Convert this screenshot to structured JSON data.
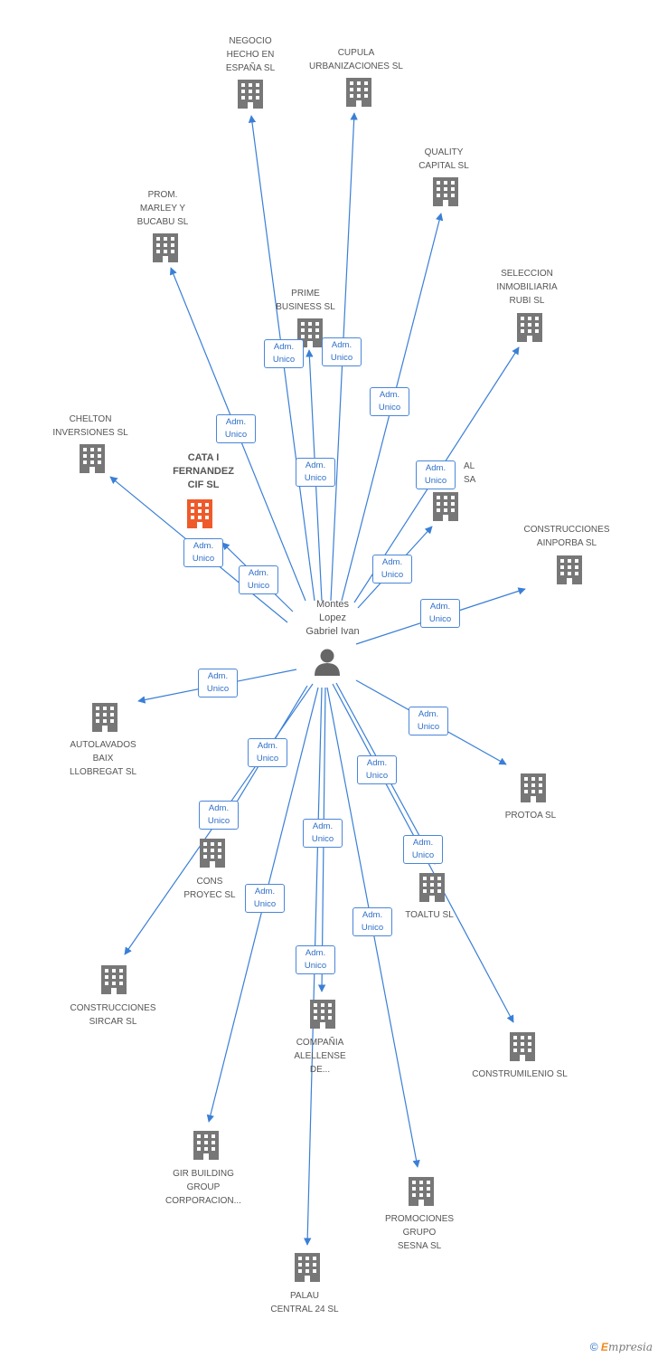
{
  "colors": {
    "edge": "#3a7fd6",
    "building": "#777777",
    "highlight": "#ef5a2a",
    "person": "#666666"
  },
  "center": {
    "name": "Montes\nLopez\nGabriel Ivan",
    "icon": "person-icon"
  },
  "companies": [
    {
      "id": "negocio",
      "name": "NEGOCIO\nHECHO EN\nESPAÑA SL"
    },
    {
      "id": "cupula",
      "name": "CUPULA\nURBANIZACIONES SL"
    },
    {
      "id": "quality",
      "name": "QUALITY\nCAPITAL SL"
    },
    {
      "id": "prom",
      "name": "PROM.\nMARLEY Y\nBUCABU SL"
    },
    {
      "id": "prime",
      "name": "PRIME\nBUSINESS SL"
    },
    {
      "id": "seleccion",
      "name": "SELECCION\nINMOBILIARIA\nRUBI SL"
    },
    {
      "id": "chelton",
      "name": "CHELTON\nINVERSIONES SL"
    },
    {
      "id": "cata",
      "name": "CATA I\nFERNANDEZ\nCIF SL",
      "highlight": true
    },
    {
      "id": "hidden",
      "name": "AL\nSA"
    },
    {
      "id": "ainporba",
      "name": "CONSTRUCCIONES\nAINPORBA SL"
    },
    {
      "id": "autolavados",
      "name": "AUTOLAVADOS\nBAIX\nLLOBREGAT SL"
    },
    {
      "id": "protoa",
      "name": "PROTOA SL"
    },
    {
      "id": "consproyec",
      "name": "CONS\nPROYEC SL"
    },
    {
      "id": "toaltu",
      "name": "TOALTU SL"
    },
    {
      "id": "sircar",
      "name": "CONSTRUCCIONES\nSIRCAR SL"
    },
    {
      "id": "alellense",
      "name": "COMPAÑIA\nALELLENSE\nDE..."
    },
    {
      "id": "construmilenio",
      "name": "CONSTRUMILENIO SL"
    },
    {
      "id": "gir",
      "name": "GIR BUILDING\nGROUP\nCORPORACION..."
    },
    {
      "id": "sesna",
      "name": "PROMOCIONES\nGRUPO\nSESNA SL"
    },
    {
      "id": "palau",
      "name": "PALAU\nCENTRAL 24 SL"
    }
  ],
  "edge_label": "Adm.\nUnico",
  "footer": {
    "copyright": "©",
    "brand_e": "E",
    "brand_rest": "mpresia"
  }
}
